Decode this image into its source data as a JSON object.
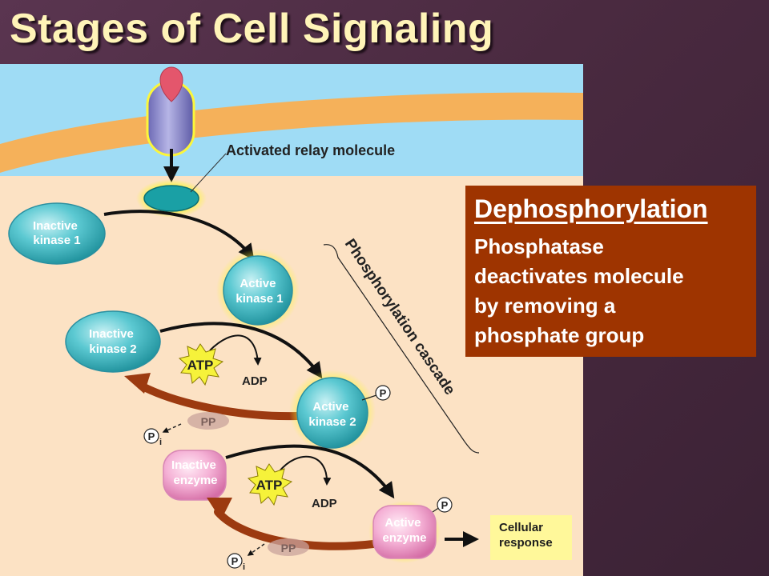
{
  "slide": {
    "title": "Stages of Cell Signaling"
  },
  "diagram": {
    "relay_label": "Activated relay molecule",
    "cascade_label": "Phosphorylation cascade",
    "inactive_kinase1": [
      "Inactive",
      "kinase 1"
    ],
    "active_kinase1": [
      "Active",
      "kinase 1"
    ],
    "inactive_kinase2": [
      "Inactive",
      "kinase 2"
    ],
    "active_kinase2": [
      "Active",
      "kinase 2"
    ],
    "inactive_enzyme": [
      "Inactive",
      "enzyme"
    ],
    "active_enzyme": [
      "Active",
      "enzyme"
    ],
    "atp": "ATP",
    "adp": "ADP",
    "pp": "PP",
    "phosphate": "P",
    "pi_subscript": "i"
  },
  "callout": {
    "heading": "Dephosphorylation",
    "body": [
      "Phosphatase",
      "deactivates molecule",
      "by removing a",
      "phosphate group"
    ]
  },
  "response": {
    "lines": [
      "Cellular",
      "response"
    ]
  },
  "colors": {
    "slide_background": "#4a2a40",
    "title_text": "#fff4b8",
    "cytoplasm": "#fce2c4",
    "membrane": "#f5b15a",
    "extracellular": "#9fdcf5",
    "kinase": "#3db8c4",
    "enzyme": "#f3a6d0",
    "glow": "#f6f23a",
    "phosphatase_arrow": "#9c3a10",
    "callout_box": "#9e3400",
    "response_box": "#fff89a"
  }
}
